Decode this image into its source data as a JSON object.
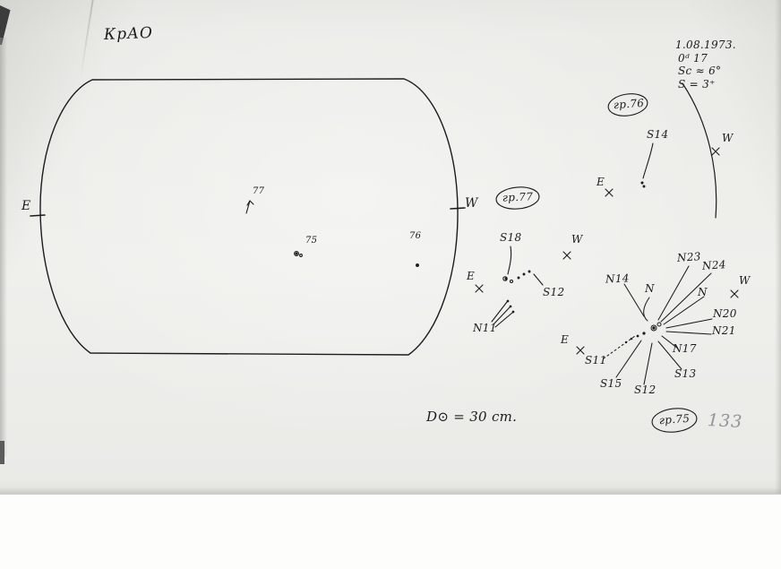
{
  "document": {
    "observatory": "КрАО",
    "aperture": "D⊙ = 30 cm.",
    "page_number": "133"
  },
  "header": {
    "date": "1.08.1973.",
    "time": "0ᵈ 17",
    "seeing": "Sc ≈ 6°",
    "s_index": "S = 3⁺"
  },
  "disk": {
    "east": "E",
    "west": "W",
    "spot_77": "77",
    "spot_75": "75",
    "spot_76": "76"
  },
  "group76": {
    "title": "гр.76",
    "s14": "S14",
    "west": "W",
    "east": "E"
  },
  "group77": {
    "title": "гр.77",
    "s18": "S18",
    "s12": "S12",
    "n11": "N11",
    "west": "W",
    "east": "E"
  },
  "group75": {
    "title": "гр.75",
    "n14": "N14",
    "n_left": "N",
    "n23": "N23",
    "n24": "N24",
    "n_right": "N",
    "n20": "N20",
    "n21": "N21",
    "n17": "N17",
    "s13": "S13",
    "s12": "S12",
    "s15": "S15",
    "s11": "S11",
    "west": "W",
    "east": "E"
  }
}
